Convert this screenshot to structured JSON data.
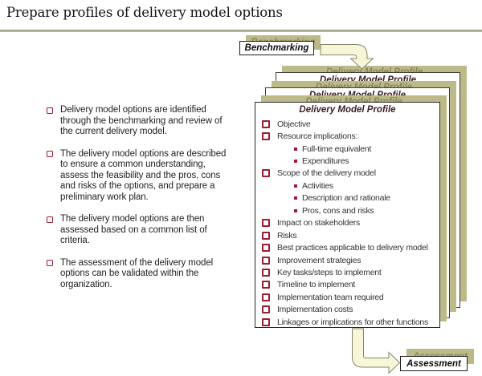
{
  "slide_title": "Prepare profiles of delivery model options",
  "flow": {
    "benchmarking": "Benchmarking",
    "assessment": "Assessment"
  },
  "left_panel": {
    "bullets": [
      "Delivery model options are identified through the benchmarking and review of the current delivery model.",
      "The delivery model options are described to ensure a common understanding, assess the feasibility and the pros, cons and risks of the options, and prepare a preliminary work plan.",
      "The delivery model options are then assessed based on a common list of criteria.",
      "The assessment of the delivery model options can be validated within the organization."
    ]
  },
  "profile_card": {
    "title": "Delivery Model Profile",
    "items": [
      {
        "level": 1,
        "text": "Objective"
      },
      {
        "level": 1,
        "text": "Resource implications:"
      },
      {
        "level": 2,
        "text": "Full-time equivalent"
      },
      {
        "level": 2,
        "text": "Expenditures"
      },
      {
        "level": 1,
        "text": "Scope of the delivery model"
      },
      {
        "level": 2,
        "text": "Activities"
      },
      {
        "level": 2,
        "text": "Description and rationale"
      },
      {
        "level": 2,
        "text": "Pros, cons and risks"
      },
      {
        "level": 1,
        "text": "Impact on stakeholders"
      },
      {
        "level": 1,
        "text": "Risks"
      },
      {
        "level": 1,
        "text": "Best practices applicable to delivery model"
      },
      {
        "level": 1,
        "text": "Improvement strategies"
      },
      {
        "level": 1,
        "text": "Key tasks/steps to implement"
      },
      {
        "level": 1,
        "text": "Timeline to implement"
      },
      {
        "level": 1,
        "text": "Implementation team required"
      },
      {
        "level": 1,
        "text": "Implementation costs"
      },
      {
        "level": 1,
        "text": "Linkages or implications for other functions"
      }
    ]
  },
  "colors": {
    "shadow": "#BDBA8A",
    "shadow_text": "#8A8756",
    "bullet": "#9E1B32",
    "card_title": "#3A2027",
    "arrow_fill": "#F8F6D8",
    "arrow_stroke": "#85856A"
  }
}
